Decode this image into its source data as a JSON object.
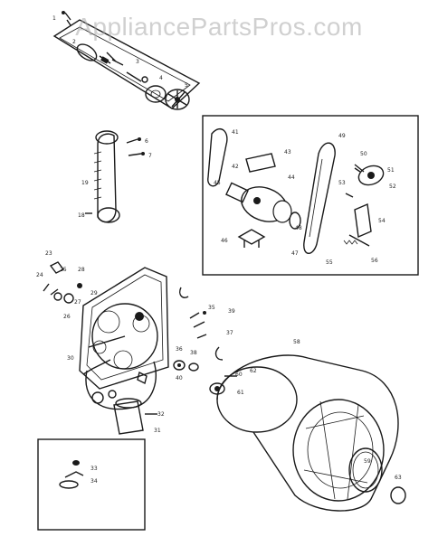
{
  "watermark": "AppliancePartsPros.com",
  "labels": {
    "top_kit": [
      "1",
      "2",
      "3",
      "4",
      "5"
    ],
    "duct": [
      "6",
      "7",
      "19",
      "18"
    ],
    "motor_box": [
      "41",
      "42",
      "43",
      "44",
      "45",
      "46",
      "47",
      "48",
      "49",
      "50",
      "51",
      "52",
      "53",
      "54",
      "55",
      "56"
    ],
    "bulkhead": [
      "23",
      "24",
      "25",
      "26",
      "27",
      "28",
      "29",
      "30",
      "31",
      "32"
    ],
    "middle": [
      "35",
      "36",
      "37",
      "38",
      "39",
      "40"
    ],
    "drum": [
      "58",
      "59",
      "60",
      "61",
      "62",
      "63"
    ],
    "inset": [
      "33",
      "34"
    ]
  }
}
